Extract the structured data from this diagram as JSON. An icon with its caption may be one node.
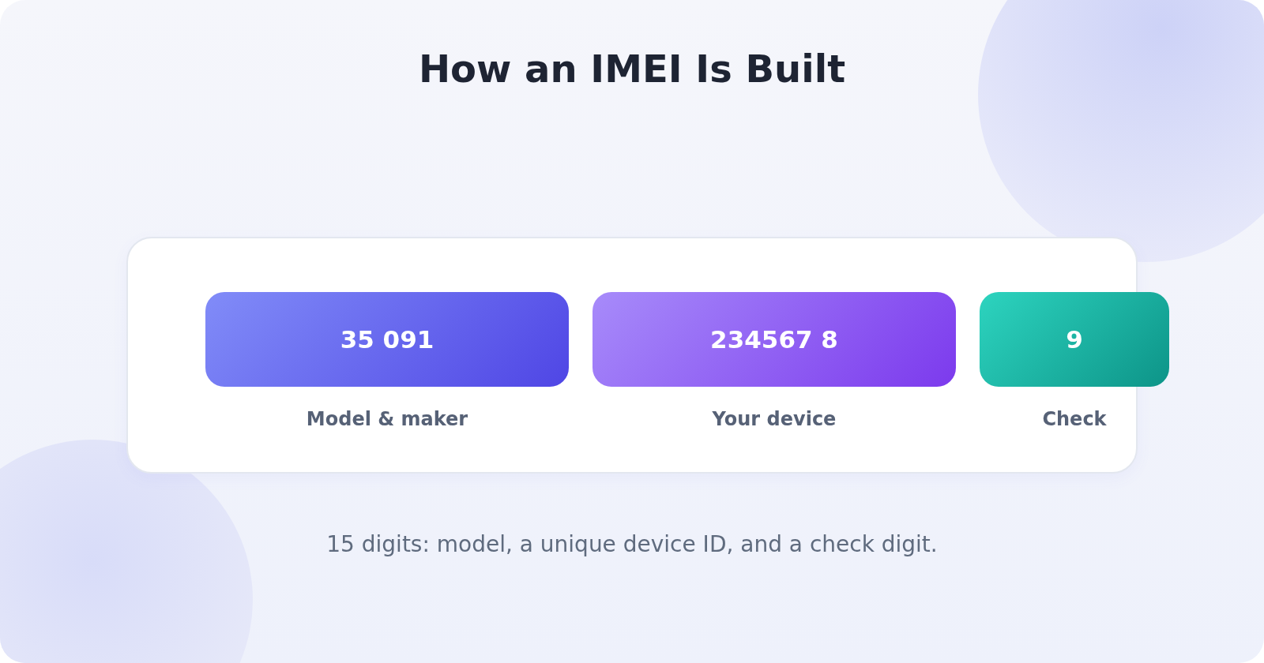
{
  "diagram": {
    "title": "How an IMEI Is Built",
    "caption": "15 digits: model, a unique device ID, and a check digit.",
    "nodes": [
      {
        "text": [],
        "shape": "box"
      },
      {
        "text": [
          "35 091"
        ],
        "in": 0,
        "beside": [
          "Model & maker"
        ]
      },
      {
        "text": [
          "234567 8"
        ],
        "in": 0,
        "beside": [
          "Your device"
        ]
      },
      {
        "text": [
          "9"
        ],
        "beside": [
          "Check"
        ]
      }
    ]
  }
}
